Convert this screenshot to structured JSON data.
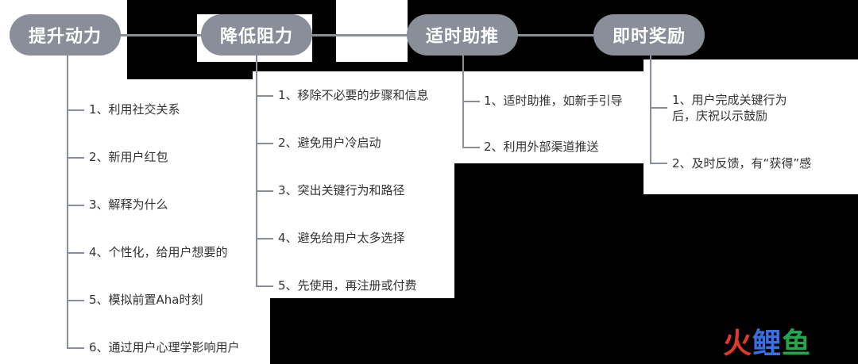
{
  "colors": {
    "background": "#000000",
    "panel": "#ffffff",
    "pill": "#8a8e99",
    "text": "#333333",
    "logo_red": "#e03a2f",
    "logo_blue": "#3a6fe0",
    "logo_green": "#22a650"
  },
  "columns": [
    {
      "title": "提升动力",
      "items": [
        "1、利用社交关系",
        "2、新用户红包",
        "3、解释为什么",
        "4、个性化，给用户想要的",
        "5、模拟前置Aha时刻",
        "6、通过用户心理学影响用户"
      ]
    },
    {
      "title": "降低阻力",
      "items": [
        "1、移除不必要的步骤和信息",
        "2、避免用户冷启动",
        "3、突出关键行为和路径",
        "4、避免给用户太多选择",
        "5、先使用，再注册或付费"
      ]
    },
    {
      "title": "适时助推",
      "items": [
        "1、适时助推，如新手引导",
        "2、利用外部渠道推送"
      ]
    },
    {
      "title": "即时奖励",
      "items": [
        "1、用户完成关键行为后，庆祝以示鼓励",
        "2、及时反馈，有“获得”感"
      ]
    }
  ],
  "logo": {
    "char1": "火",
    "char2": "鲤",
    "char3": "鱼"
  }
}
